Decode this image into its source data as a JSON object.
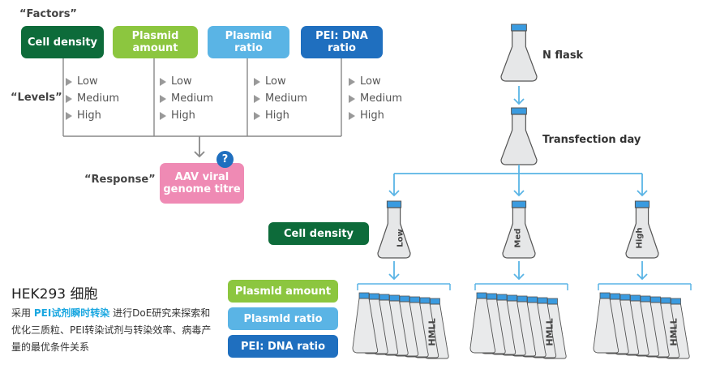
{
  "labels": {
    "factors": "“Factors”",
    "levels": "“Levels”",
    "response": "“Response”"
  },
  "factors": [
    {
      "name_line1": "Cell density",
      "name_line2": "",
      "color": "#0d6b3a",
      "levels": [
        "Low",
        "Medium",
        "High"
      ]
    },
    {
      "name_line1": "Plasmid",
      "name_line2": "amount",
      "color": "#8cc63f",
      "levels": [
        "Low",
        "Medium",
        "High"
      ]
    },
    {
      "name_line1": "Plasmid",
      "name_line2": "ratio",
      "color": "#5ab4e5",
      "levels": [
        "Low",
        "Medium",
        "High"
      ]
    },
    {
      "name_line1": "PEI: DNA",
      "name_line2": "ratio",
      "color": "#1f6fbf",
      "levels": [
        "Low",
        "Medium",
        "High"
      ]
    }
  ],
  "response": {
    "line1": "AAV viral",
    "line2": "genome titre",
    "color": "#ef8ab4",
    "badge": "?"
  },
  "workflow": {
    "step1": "N flask",
    "step2": "Transfection day",
    "cell_density_label": "Cell density",
    "flask_labels": [
      "Low",
      "Med",
      "High"
    ],
    "rack_label": "HMLL"
  },
  "legend": [
    {
      "label": "Plasmld amount",
      "color": "#8cc63f"
    },
    {
      "label": "Plasmld ratio",
      "color": "#5ab4e5"
    },
    {
      "label": "PEI: DNA ratio",
      "color": "#1f6fbf"
    }
  ],
  "cell_density_color": "#0d6b3a",
  "arrow_color": "#5ab4e5",
  "flask_cap_color": "#3a9be0",
  "note": {
    "title": "HEK293 细胞",
    "prefix": "采用 ",
    "highlight": "PEI试剂瞬时转染",
    "suffix": " 进行DoE研究来探索和优化三质粒、PEI转染试剂与转染效率、病毒产量的最优条件关系"
  }
}
